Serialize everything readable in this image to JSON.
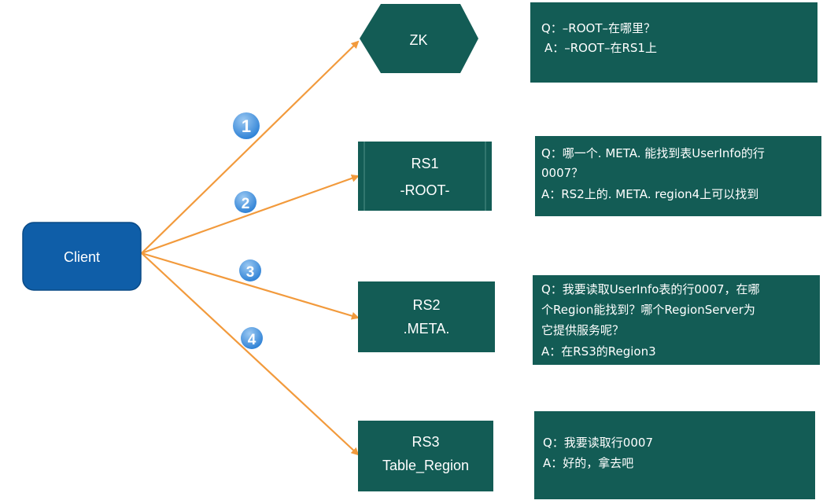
{
  "colors": {
    "arrow": "#f29a3c",
    "node_fill": "#135c55",
    "client_fill": "#0f5ea8",
    "badge_fill": "#3c8fe0",
    "badge_highlight": "#9cc9f2"
  },
  "nodes": {
    "client": {
      "label": "Client"
    },
    "zk": {
      "label": "ZK"
    },
    "rs1": {
      "line1": "RS1",
      "line2": "-ROOT-"
    },
    "rs2": {
      "line1": "RS2",
      "line2": ".META."
    },
    "rs3": {
      "line1": "RS3",
      "line2": "Table_Region"
    }
  },
  "steps": [
    "1",
    "2",
    "3",
    "4"
  ],
  "qa": {
    "zk": [
      "Q：–ROOT–在哪里？",
      "A：–ROOT–在RS1上"
    ],
    "rs1": [
      "Q：哪一个. META. 能找到表UserInfo的行",
      "0007？",
      "A：RS2上的. META.   region4上可以找到"
    ],
    "rs2": [
      "Q：我要读取UserInfo表的行0007，在哪",
      "个Region能找到？哪个RegionServer为",
      "它提供服务呢？",
      "A：在RS3的Region3"
    ],
    "rs3": [
      "Q：我要读取行0007",
      "A：好的，拿去吧"
    ]
  }
}
